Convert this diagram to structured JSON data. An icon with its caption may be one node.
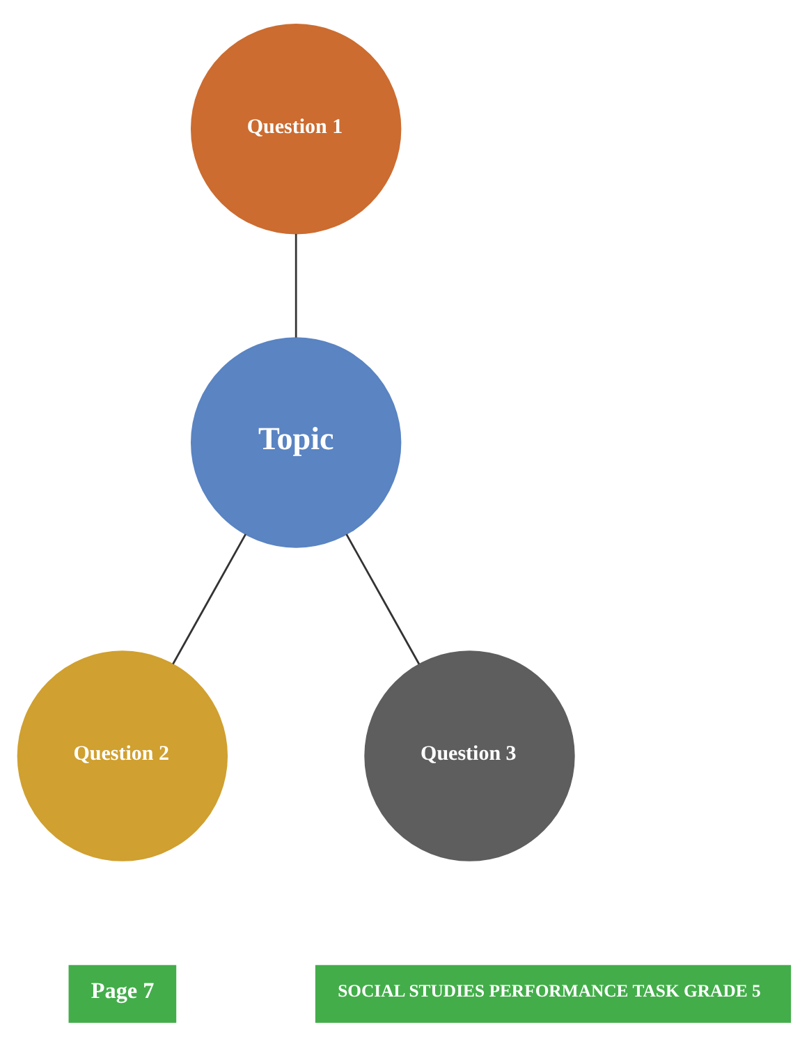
{
  "diagram": {
    "nodes": [
      {
        "text": [
          "Question 1"
        ]
      },
      {
        "text": [
          "Topic"
        ]
      },
      {
        "text": [
          "Question 2"
        ]
      },
      {
        "text": [
          "Question 3"
        ]
      }
    ],
    "edges": [
      {
        "from": 0,
        "to": 1,
        "arrow": "none"
      },
      {
        "from": 1,
        "to": 2,
        "arrow": "none"
      },
      {
        "from": 1,
        "to": 3,
        "arrow": "none"
      }
    ],
    "labels": [
      "Page 7",
      "SOCIAL STUDIES PERFORMANCE TASK GRADE 5"
    ]
  }
}
